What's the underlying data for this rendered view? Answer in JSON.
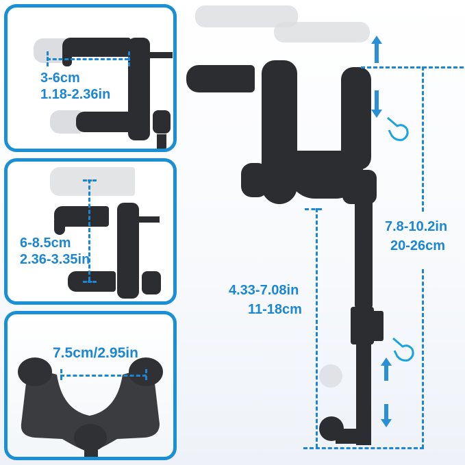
{
  "panels": [
    {
      "id": "grip-width",
      "label_cm": "3-6cm",
      "label_in": "1.18-2.36in"
    },
    {
      "id": "grip-height",
      "label_cm": "6-8.5cm",
      "label_in": "2.36-3.35in"
    },
    {
      "id": "clamp-opening",
      "label": "7.5cm/2.95in"
    }
  ],
  "main": {
    "total_height": {
      "in": "7.8-10.2in",
      "cm": "20-26cm"
    },
    "arm_length": {
      "in": "4.33-7.08in",
      "cm": "11-18cm"
    }
  },
  "colors": {
    "accent": "#1a86d4",
    "border": "#1b8fd6",
    "product": "#2b2d30",
    "ghost": "#dcdde0"
  }
}
